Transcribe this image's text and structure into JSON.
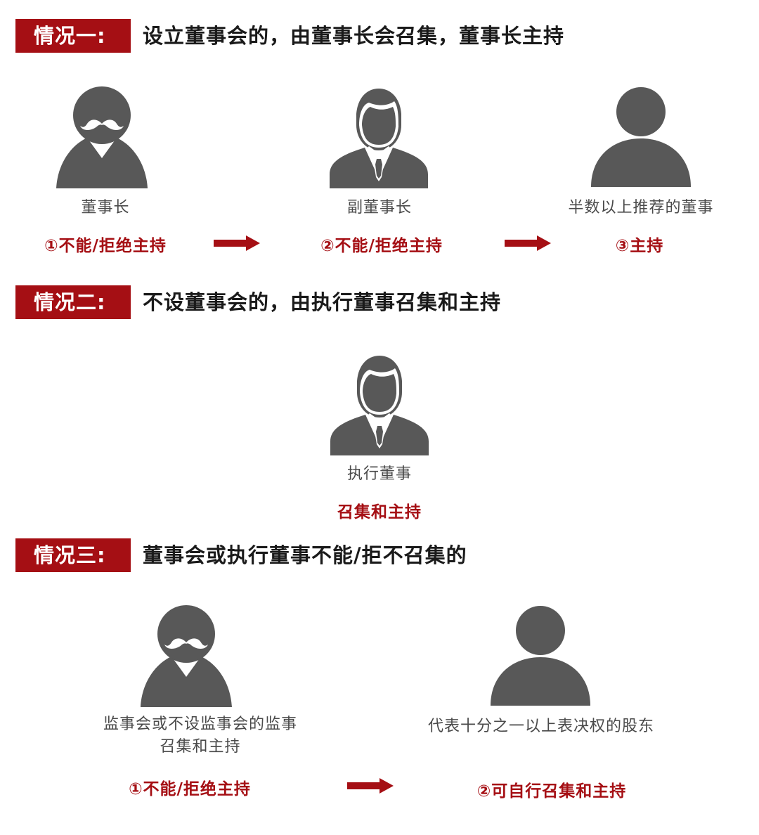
{
  "colors": {
    "accent": "#a50f14",
    "icon": "#585858",
    "text": "#4a4a4a",
    "heading": "#1a1a1a"
  },
  "case1": {
    "tag": "情况一:",
    "heading": "设立董事会的，由董事长会召集，董事长主持",
    "nodes": [
      {
        "icon": "chairman-mustache-icon",
        "role": "董事长",
        "action": "①不能/拒绝主持"
      },
      {
        "icon": "businessman-tie-icon",
        "role": "副董事长",
        "action": "②不能/拒绝主持"
      },
      {
        "icon": "person-icon",
        "role": "半数以上推荐的董事",
        "action": "③主持"
      }
    ]
  },
  "case2": {
    "tag": "情况二:",
    "heading": "不设董事会的，由执行董事召集和主持",
    "node": {
      "icon": "businessman-tie-icon",
      "role": "执行董事",
      "action": "召集和主持"
    }
  },
  "case3": {
    "tag": "情况三:",
    "heading": "董事会或执行董事不能/拒不召集的",
    "nodes": [
      {
        "icon": "supervisor-mustache-icon",
        "role_line1": "监事会或不设监事会的监事",
        "role_line2": "召集和主持",
        "action": "①不能/拒绝主持"
      },
      {
        "icon": "person-icon",
        "role": "代表十分之一以上表决权的股东",
        "action": "②可自行召集和主持"
      }
    ]
  }
}
